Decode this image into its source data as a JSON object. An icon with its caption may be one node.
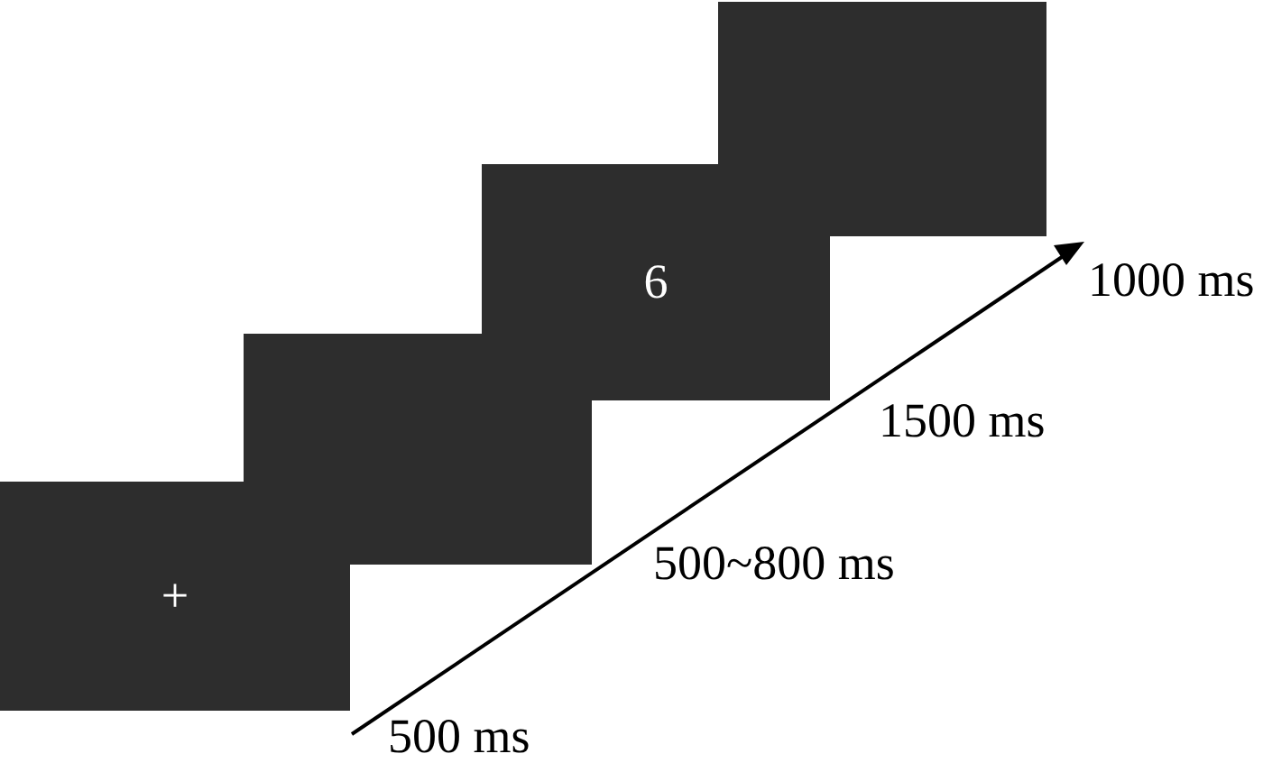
{
  "diagram": {
    "nodes": [
      {
        "text": [
          "+"
        ],
        "beside": [
          "500 ms"
        ]
      },
      {
        "text": [],
        "shape": "box",
        "beside": [
          "500~800 ms"
        ]
      },
      {
        "text": [
          "6"
        ],
        "beside": [
          "1500 ms"
        ]
      },
      {
        "text": [],
        "shape": "box",
        "beside": [
          "1000 ms"
        ]
      }
    ]
  }
}
